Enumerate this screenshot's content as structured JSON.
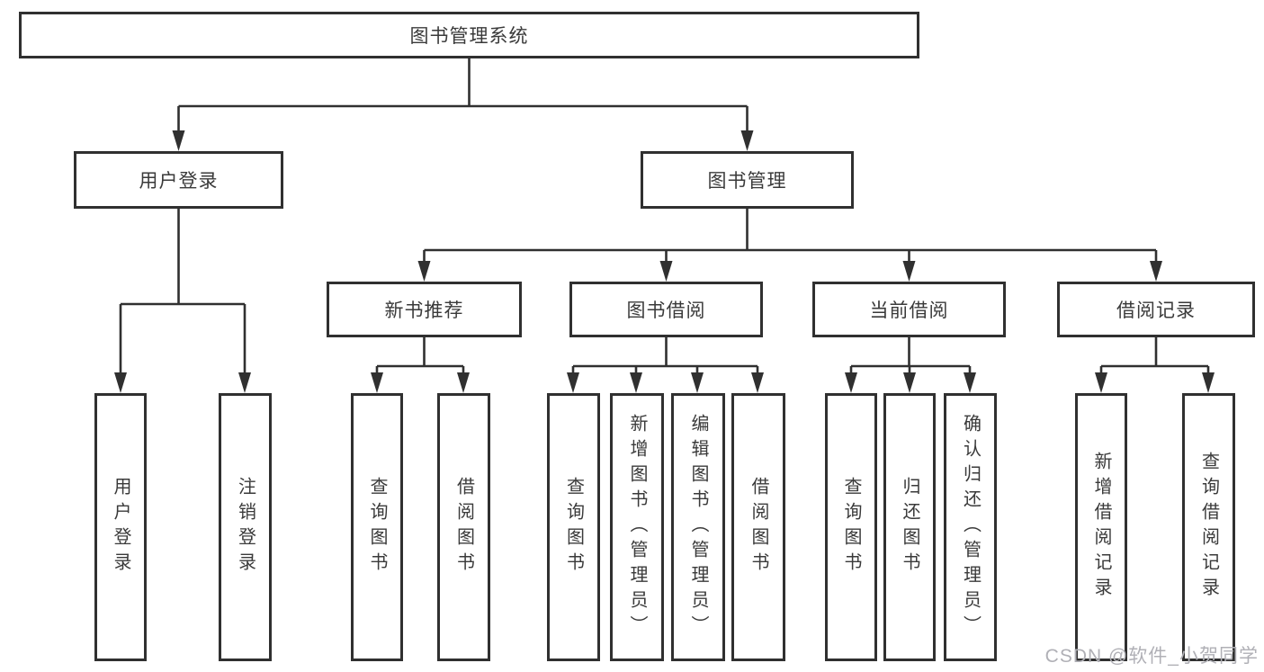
{
  "diagram": {
    "title": "图书管理系统",
    "root": {
      "label": "图书管理系统"
    },
    "level2": [
      {
        "label": "用户登录"
      },
      {
        "label": "图书管理"
      }
    ],
    "level3": [
      {
        "label": "新书推荐"
      },
      {
        "label": "图书借阅"
      },
      {
        "label": "当前借阅"
      },
      {
        "label": "借阅记录"
      }
    ],
    "leaves": [
      {
        "label": "用户登录",
        "parent": "用户登录"
      },
      {
        "label": "注销登录",
        "parent": "用户登录"
      },
      {
        "label": "查询图书",
        "parent": "新书推荐"
      },
      {
        "label": "借阅图书",
        "parent": "新书推荐"
      },
      {
        "label": "查询图书",
        "parent": "图书借阅"
      },
      {
        "label": "新增图书（管理员）",
        "parent": "图书借阅"
      },
      {
        "label": "编辑图书（管理员）",
        "parent": "图书借阅"
      },
      {
        "label": "借阅图书",
        "parent": "图书借阅"
      },
      {
        "label": "查询图书",
        "parent": "当前借阅"
      },
      {
        "label": "归还图书",
        "parent": "当前借阅"
      },
      {
        "label": "确认归还（管理员）",
        "parent": "当前借阅"
      },
      {
        "label": "新增借阅记录",
        "parent": "借阅记录"
      },
      {
        "label": "查询借阅记录",
        "parent": "借阅记录"
      }
    ]
  },
  "watermark": {
    "text": "CSDN @软件_小贺同学"
  },
  "colors": {
    "border": "#303030",
    "line": "#303030",
    "text": "#3a3a3a",
    "background": "#ffffff",
    "watermark": "#b0b0b6"
  }
}
